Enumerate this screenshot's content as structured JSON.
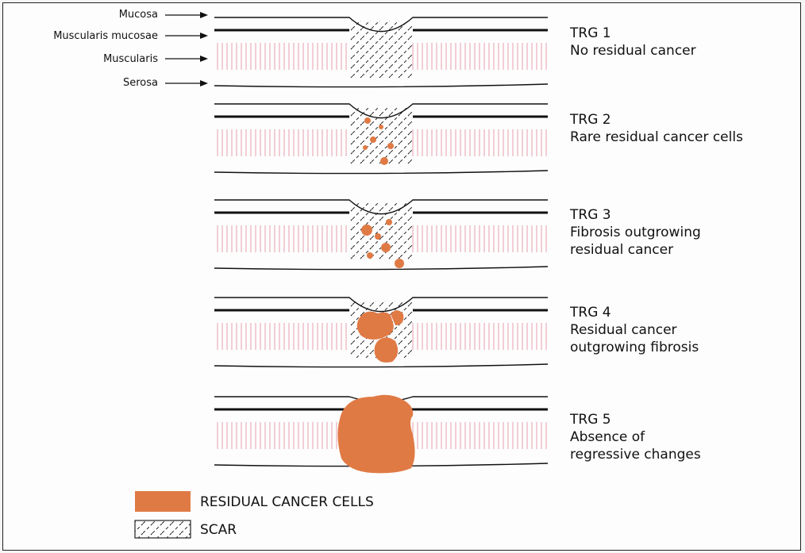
{
  "layer_labels": {
    "mucosa": "Mucosa",
    "muscularis_mucosae": "Muscularis mucosae",
    "muscularis": "Muscularis",
    "serosa": "Serosa"
  },
  "panels": [
    {
      "grade": "TRG 1",
      "description": [
        "No residual cancer"
      ]
    },
    {
      "grade": "TRG 2",
      "description": [
        "Rare residual cancer cells"
      ]
    },
    {
      "grade": "TRG 3",
      "description": [
        "Fibrosis outgrowing",
        "residual cancer"
      ]
    },
    {
      "grade": "TRG 4",
      "description": [
        "Residual cancer",
        "outgrowing fibrosis"
      ]
    },
    {
      "grade": "TRG 5",
      "description": [
        "Absence of",
        "regressive changes"
      ]
    }
  ],
  "legend": {
    "cancer_label": "RESIDUAL CANCER CELLS",
    "scar_label": "SCAR"
  },
  "colors": {
    "cancer": "#e07a45",
    "muscle_stripe": "#e8a0ad",
    "line": "#111111"
  }
}
